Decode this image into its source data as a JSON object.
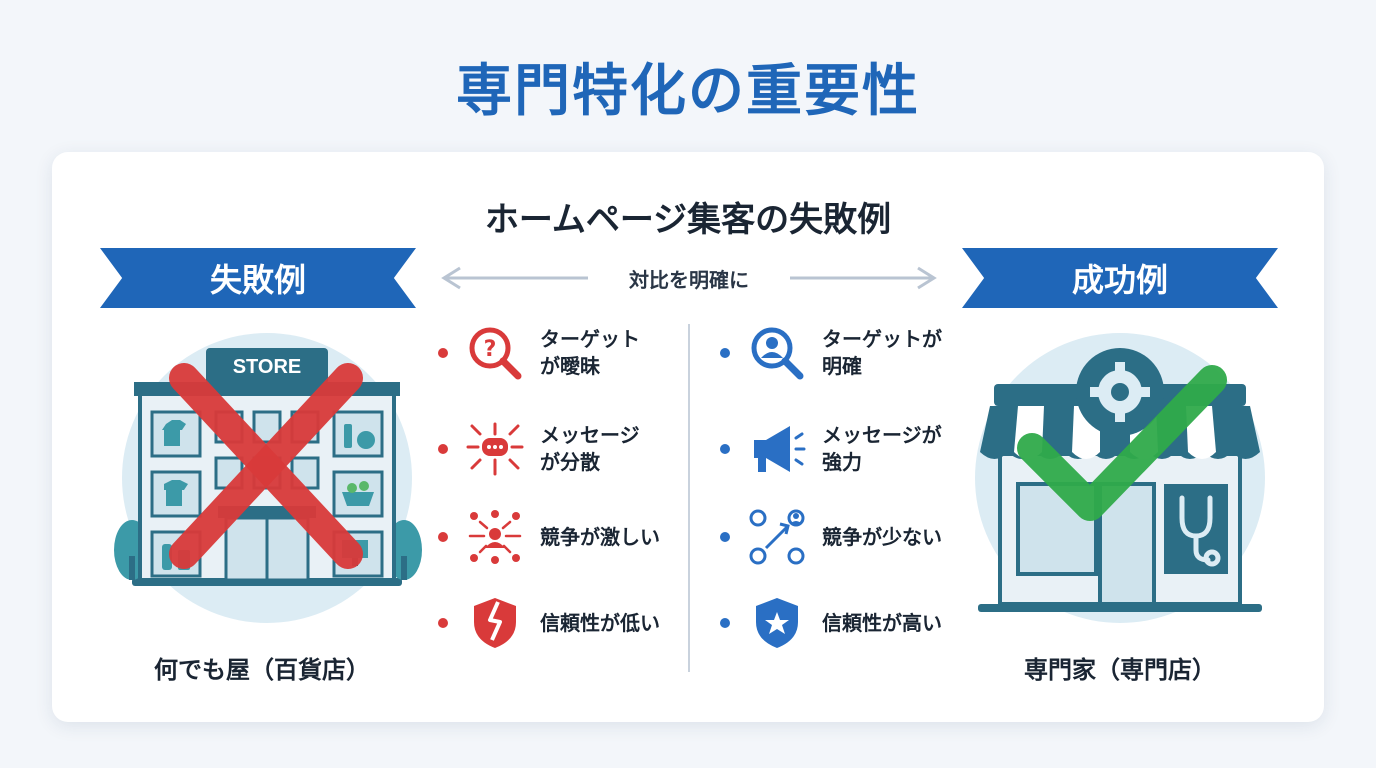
{
  "title": "専門特化の重要性",
  "card": {
    "title": "ホームページ集客の失敗例",
    "compare_label": "対比を明確に",
    "left": {
      "ribbon": "失敗例",
      "store_sign": "STORE",
      "caption": "何でも屋（百貨店）",
      "items": [
        {
          "text": "ターゲット\nが曖昧",
          "icon": "question-magnifier-icon"
        },
        {
          "text": "メッセージ\nが分散",
          "icon": "scattered-message-icon"
        },
        {
          "text": "競争が激しい",
          "icon": "crowded-competition-icon"
        },
        {
          "text": "信頼性が低い",
          "icon": "broken-shield-icon"
        }
      ]
    },
    "right": {
      "ribbon": "成功例",
      "caption": "専門家（専門店）",
      "items": [
        {
          "text": "ターゲットが\n明確",
          "icon": "user-magnifier-icon"
        },
        {
          "text": "メッセージが\n強力",
          "icon": "megaphone-icon"
        },
        {
          "text": "競争が少ない",
          "icon": "network-growth-icon"
        },
        {
          "text": "信頼性が高い",
          "icon": "star-shield-icon"
        }
      ]
    }
  },
  "colors": {
    "primary": "#1f66b8",
    "fail": "#d93a3a",
    "success": "#2faa4a",
    "teal": "#2c6e86"
  }
}
